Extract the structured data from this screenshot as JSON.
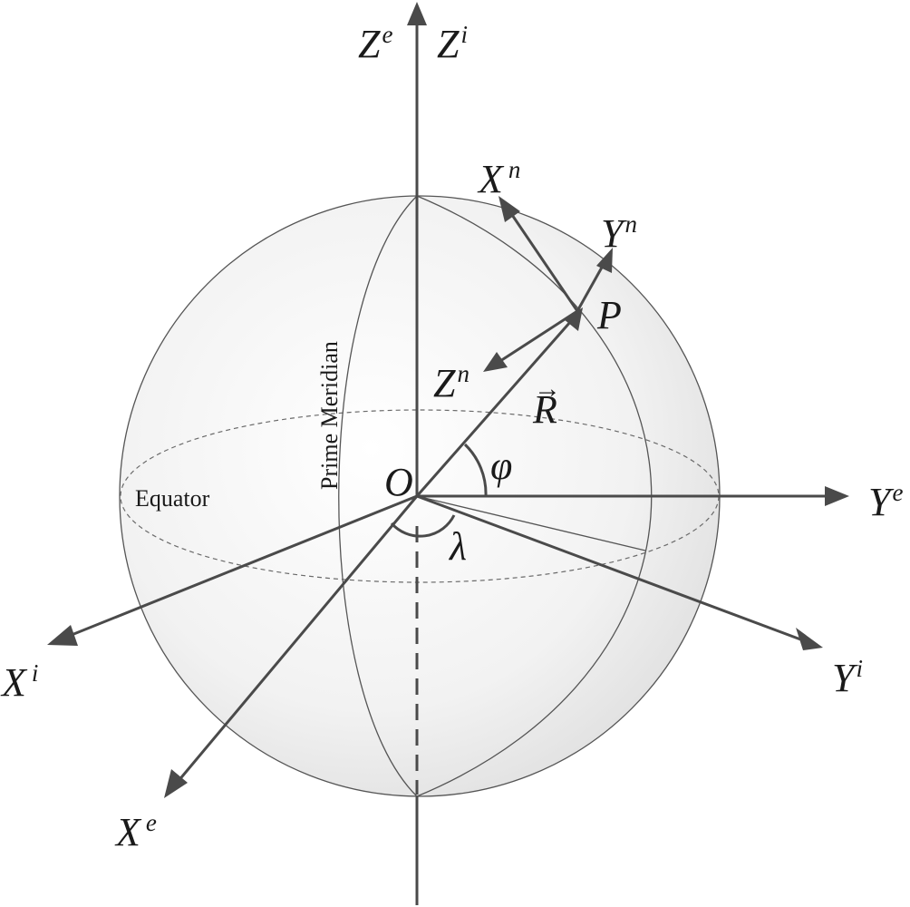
{
  "colors": {
    "axis": "#4a4a4a",
    "sphere_fill_center": "#ffffff",
    "sphere_fill_edge": "#e6e6e6"
  },
  "labels": {
    "z_e": {
      "base": "Z",
      "sup": "e"
    },
    "z_i": {
      "base": "Z",
      "sup": "i"
    },
    "x_n": {
      "base": "X",
      "sup": "n"
    },
    "y_n": {
      "base": "Y",
      "sup": "n"
    },
    "z_n": {
      "base": "Z",
      "sup": "n"
    },
    "x_i": {
      "base": "X",
      "sup": "i"
    },
    "x_e": {
      "base": "X",
      "sup": "e"
    },
    "y_e": {
      "base": "Y",
      "sup": "e"
    },
    "y_i": {
      "base": "Y",
      "sup": "i"
    },
    "point_p": "P",
    "origin_o": "O",
    "vector_r": "R",
    "vector_arrow": "→",
    "phi": "φ",
    "lambda": "λ",
    "equator": "Equator",
    "prime_meridian": "Prime Meridian"
  }
}
